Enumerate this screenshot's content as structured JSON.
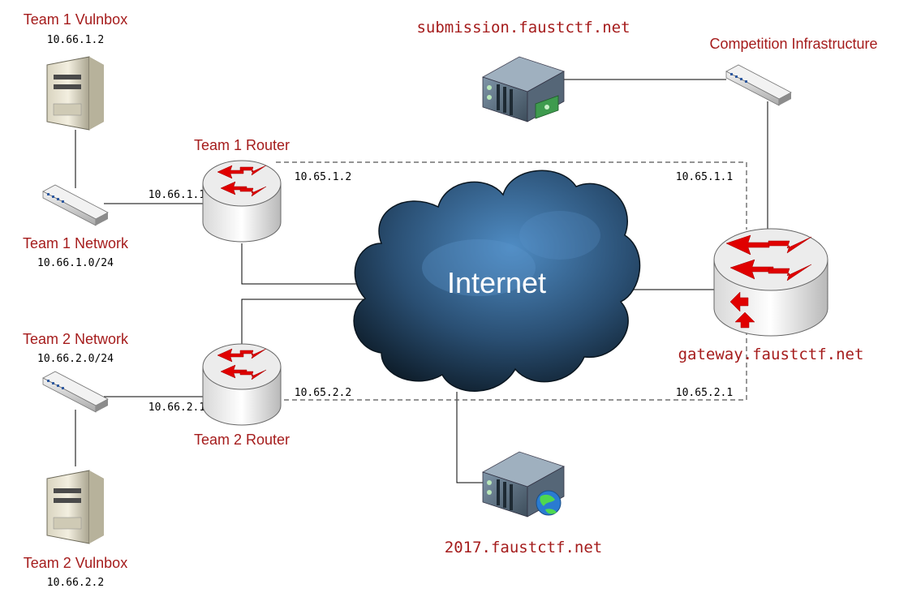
{
  "colors": {
    "label": "#a51c1c",
    "arrow": "#e00000",
    "cloud_dark": "#0b1822",
    "cloud_light": "#4b83b9"
  },
  "cloud": {
    "label": "Internet"
  },
  "team1": {
    "vulnbox": {
      "name": "Team 1 Vulnbox",
      "ip": "10.66.1.2"
    },
    "network": {
      "name": "Team 1 Network",
      "cidr": "10.66.1.0/24"
    },
    "router": {
      "name": "Team 1 Router",
      "lan_ip": "10.66.1.1",
      "wan_ip": "10.65.1.2"
    },
    "gateway_ip": "10.65.1.1"
  },
  "team2": {
    "vulnbox": {
      "name": "Team 2 Vulnbox",
      "ip": "10.66.2.2"
    },
    "network": {
      "name": "Team 2 Network",
      "cidr": "10.66.2.0/24"
    },
    "router": {
      "name": "Team 2 Router",
      "lan_ip": "10.66.2.1",
      "wan_ip": "10.65.2.2"
    },
    "gateway_ip": "10.65.2.1"
  },
  "submission": {
    "name": "submission.faustctf.net"
  },
  "infra": {
    "name": "Competition Infrastructure"
  },
  "gateway": {
    "name": "gateway.faustctf.net"
  },
  "website": {
    "name": "2017.faustctf.net"
  },
  "icons": [
    "pc-tower-icon",
    "switch-icon",
    "router-icon",
    "server-icon",
    "cloud-icon",
    "globe-icon",
    "nic-card-icon"
  ]
}
